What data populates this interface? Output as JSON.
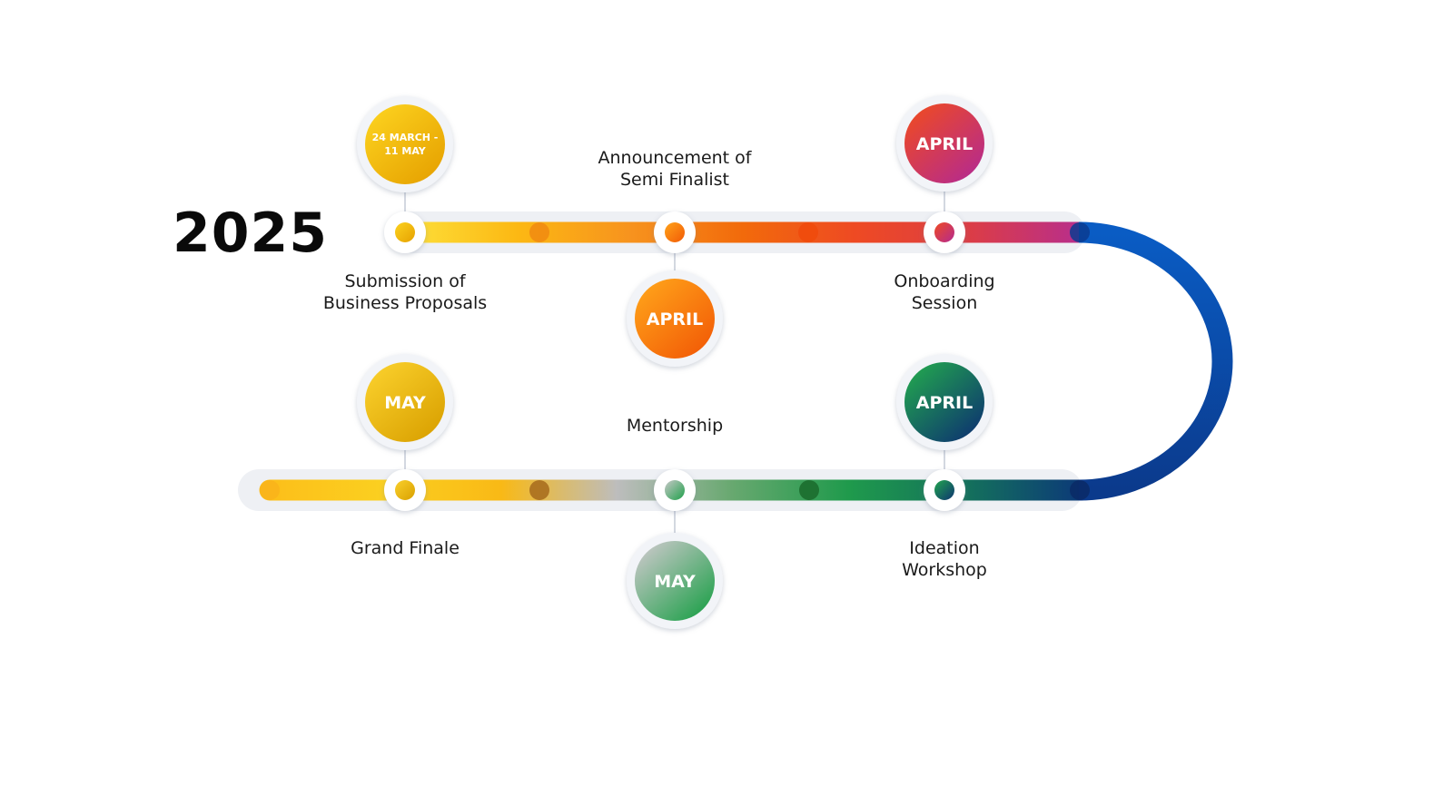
{
  "year": "2025",
  "milestones": [
    {
      "date_lines": [
        "24 MARCH -",
        "11 MAY"
      ],
      "label_lines": [
        "Submission of",
        "Business Proposals"
      ],
      "color_start": "#fcd21f",
      "color_end": "#e6a100"
    },
    {
      "date_lines": [
        "APRIL"
      ],
      "label_lines": [
        "Announcement of",
        "Semi Finalist"
      ],
      "color_start": "#ffa31a",
      "color_end": "#f25a06"
    },
    {
      "date_lines": [
        "APRIL"
      ],
      "label_lines": [
        "Onboarding",
        "Session"
      ],
      "color_start": "#ee4a23",
      "color_end": "#b52a8f"
    },
    {
      "date_lines": [
        "APRIL"
      ],
      "label_lines": [
        "Ideation",
        "Workshop"
      ],
      "color_start": "#22a54f",
      "color_end": "#0d3470"
    },
    {
      "date_lines": [
        "MAY"
      ],
      "label_lines": [
        "Mentorship"
      ],
      "color_start": "#c8c8c8",
      "color_end": "#1fa04a"
    },
    {
      "date_lines": [
        "MAY"
      ],
      "label_lines": [
        "Grand Finale"
      ],
      "color_start": "#fad02c",
      "color_end": "#d9a000"
    }
  ],
  "track_colors": {
    "top": [
      "#fde03a",
      "#fcb813",
      "#f7931e",
      "#f26a0b",
      "#ee4a23",
      "#dc3d45",
      "#b82e8c"
    ],
    "curve": [
      "#0a5cc4",
      "#0b3a8c"
    ],
    "bottom": [
      "#fcbf1a",
      "#fbd020",
      "#f9b916",
      "#bdbdbd",
      "#67a86f",
      "#1f9a4c",
      "#14725b",
      "#0c3a78"
    ],
    "joint_dark": [
      "#f08a10",
      "#f04a0c",
      "#0a3b91",
      "#a66a1c",
      "#1a6a2c",
      "#0a2a66"
    ]
  }
}
